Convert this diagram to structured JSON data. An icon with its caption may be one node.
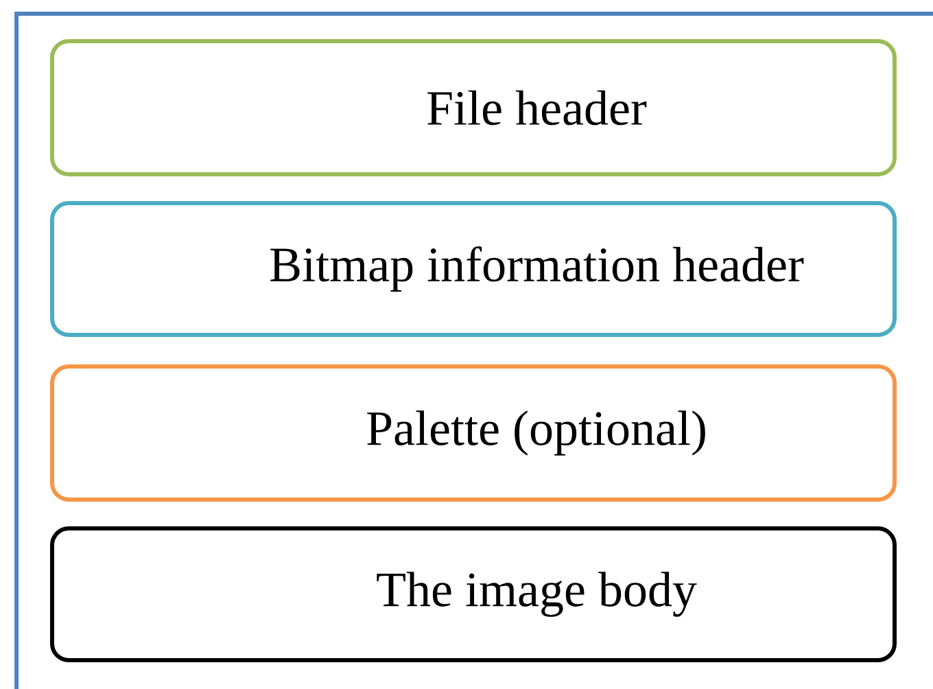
{
  "diagram": {
    "nodes": [
      {
        "text": [
          "File header"
        ]
      },
      {
        "text": [
          "Bitmap information header"
        ]
      },
      {
        "text": [
          "Palette (optional)"
        ]
      },
      {
        "text": [
          "The image body"
        ]
      }
    ]
  }
}
